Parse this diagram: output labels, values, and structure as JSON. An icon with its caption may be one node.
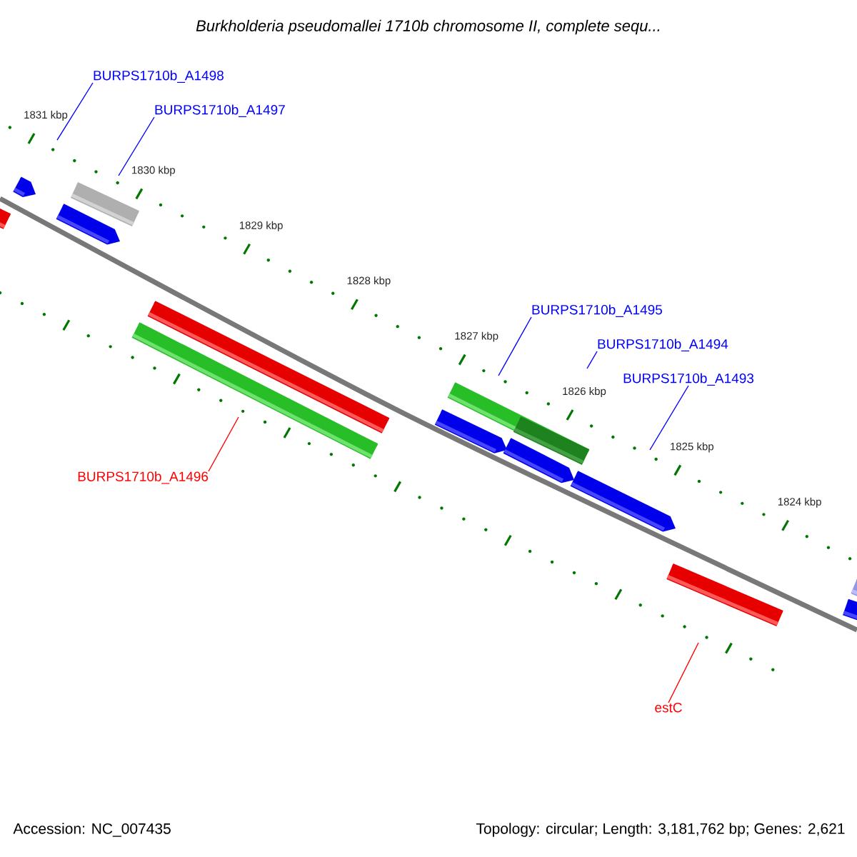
{
  "diagram": {
    "title": "Burkholderia pseudomallei 1710b chromosome II, complete sequ...",
    "nodes": [
      {
        "text": [
          "BURPS1710b_A1498"
        ]
      },
      {
        "text": [
          "BURPS1710b_A1497"
        ]
      },
      {
        "text": [
          "BURPS1710b_A1495"
        ]
      },
      {
        "text": [
          "BURPS1710b_A1494"
        ]
      },
      {
        "text": [
          "BURPS1710b_A1493"
        ]
      },
      {
        "text": [
          "BURPS1710b_A1496"
        ]
      },
      {
        "text": [
          "estC"
        ]
      }
    ],
    "edges": [
      {
        "from": 0,
        "to": null,
        "arrow": "none"
      },
      {
        "from": 1,
        "to": null,
        "arrow": "none"
      },
      {
        "from": 2,
        "to": null,
        "arrow": "none"
      },
      {
        "from": 3,
        "to": null,
        "arrow": "none"
      },
      {
        "from": 4,
        "to": null,
        "arrow": "none"
      },
      {
        "from": 5,
        "to": null,
        "arrow": "none",
        "color": "#ff0000"
      },
      {
        "from": 6,
        "to": null,
        "arrow": "none",
        "color": "#ff0000"
      }
    ],
    "labels": [
      "1831 kbp",
      "1830 kbp",
      "1829 kbp",
      "1828 kbp",
      "1827 kbp",
      "1826 kbp",
      "1825 kbp",
      "1824 kbp",
      "Accession: NC_007435",
      "Topology: circular; Length: 3,181,762 bp; Genes: 2,621"
    ]
  }
}
